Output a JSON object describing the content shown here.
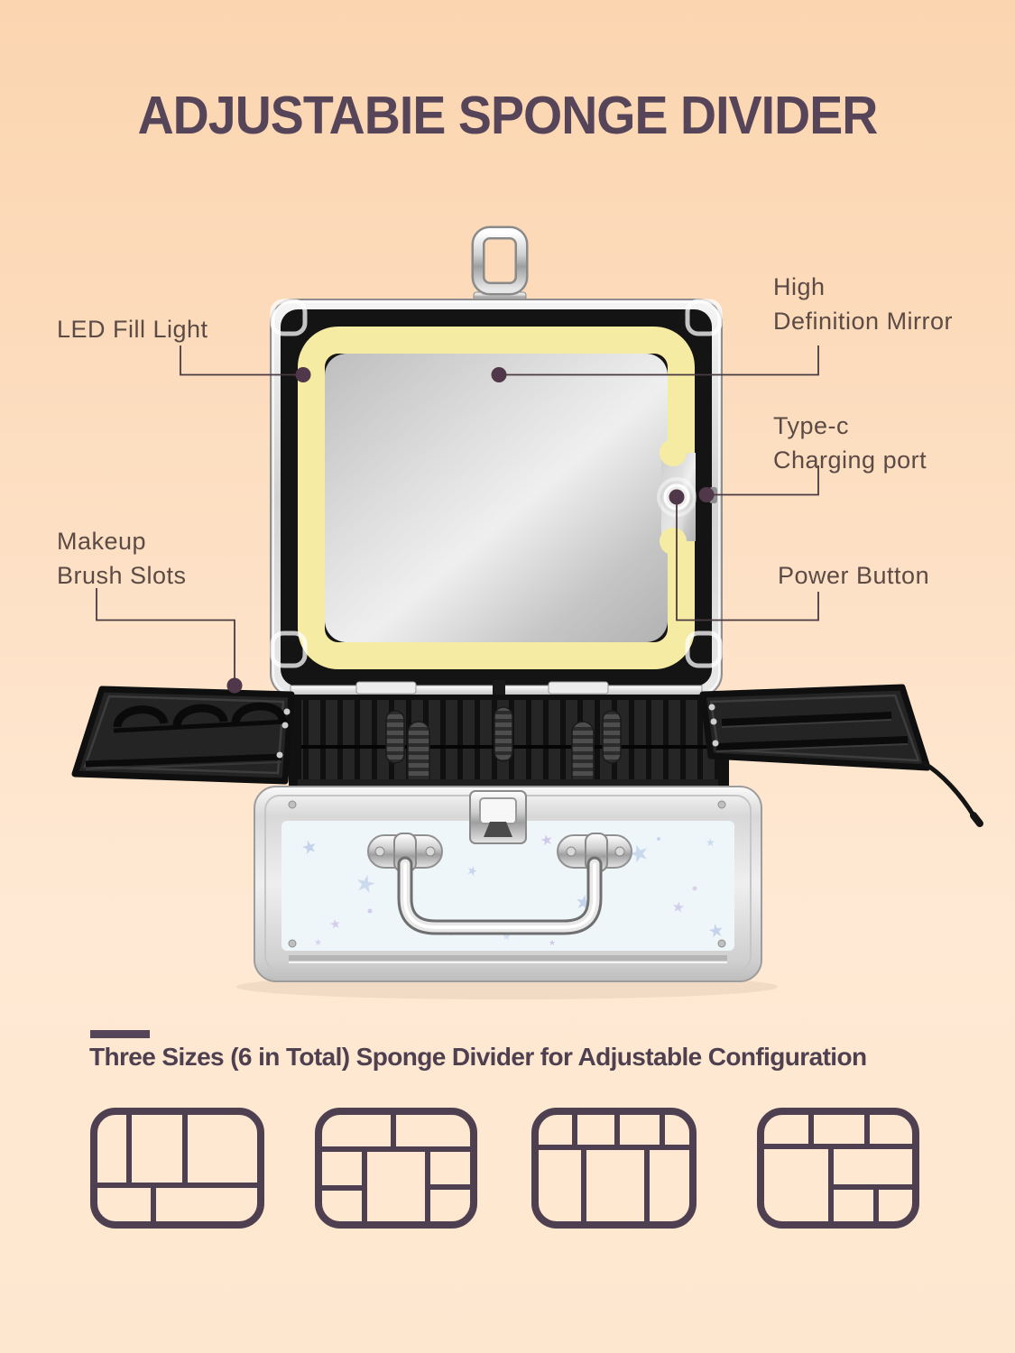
{
  "title": "ADJUSTABIE SPONGE DIVIDER",
  "callouts": {
    "led_fill_light": "LED Fill Light",
    "hd_mirror_line1": "High",
    "hd_mirror_line2": "Definition Mirror",
    "type_c_line1": "Type-c",
    "type_c_line2": "Charging port",
    "makeup_line1": "Makeup",
    "makeup_line2": "Brush Slots",
    "power_button": "Power Button"
  },
  "bottom_section": {
    "heading": "Three Sizes (6 in Total) Sponge Divider for Adjustable Configuration"
  },
  "colors": {
    "background_top": "#fbd5b0",
    "background_bottom": "#fee7cf",
    "title_text": "#564459",
    "label_text": "#5c4a45",
    "callout_line": "#4a3a41",
    "callout_dot": "#503749",
    "led_ring": "#f6eba3",
    "accent_dark": "#4e4050"
  },
  "sponge_diagrams": [
    {
      "name": "config-1",
      "width": 193,
      "height": 134,
      "lines": [
        [
          43,
          0,
          43,
          86
        ],
        [
          105,
          0,
          105,
          86
        ],
        [
          0,
          86,
          193,
          86
        ],
        [
          70,
          86,
          70,
          134
        ]
      ]
    },
    {
      "name": "config-2",
      "width": 180,
      "height": 134,
      "lines": [
        [
          0,
          46,
          180,
          46
        ],
        [
          87,
          0,
          87,
          46
        ],
        [
          55,
          46,
          55,
          134
        ],
        [
          0,
          89,
          55,
          89
        ],
        [
          125,
          46,
          125,
          134
        ],
        [
          125,
          88,
          180,
          88
        ]
      ]
    },
    {
      "name": "config-3",
      "width": 183,
      "height": 134,
      "lines": [
        [
          0,
          44,
          183,
          44
        ],
        [
          48,
          0,
          48,
          44
        ],
        [
          95,
          0,
          95,
          44
        ],
        [
          145,
          0,
          145,
          44
        ],
        [
          58,
          44,
          58,
          134
        ],
        [
          128,
          44,
          128,
          134
        ]
      ]
    },
    {
      "name": "config-4",
      "width": 180,
      "height": 134,
      "lines": [
        [
          0,
          43,
          180,
          43
        ],
        [
          60,
          0,
          60,
          43
        ],
        [
          122,
          0,
          122,
          43
        ],
        [
          82,
          43,
          82,
          134
        ],
        [
          82,
          88,
          180,
          88
        ],
        [
          132,
          88,
          132,
          134
        ]
      ]
    }
  ]
}
